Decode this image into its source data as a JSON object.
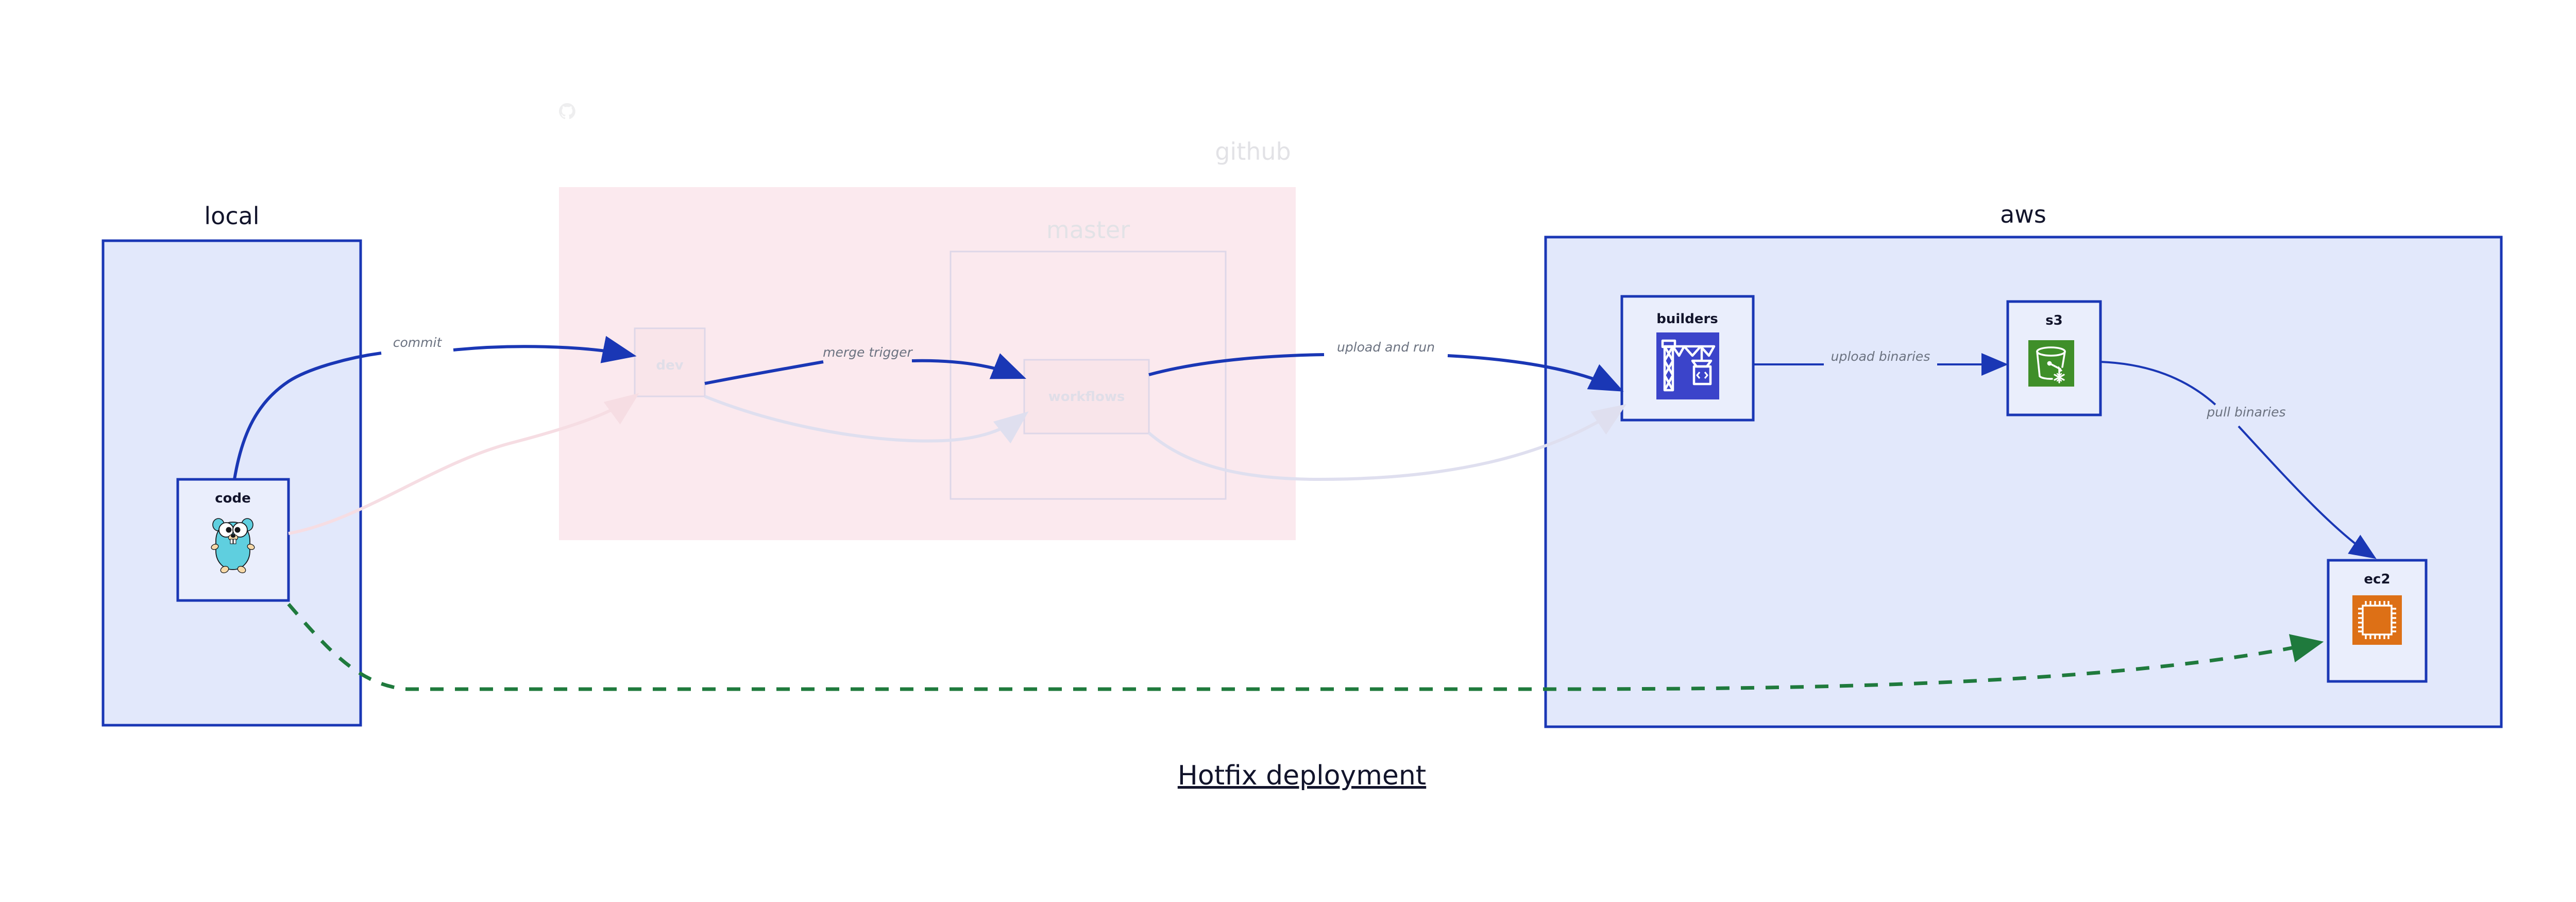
{
  "diagram": {
    "title": "Hotfix deployment",
    "clusters": [
      {
        "id": "local",
        "label": "local",
        "label_align": "center",
        "faded": false
      },
      {
        "id": "github",
        "label": "github",
        "label_align": "right",
        "faded": true
      },
      {
        "id": "master",
        "label": "master",
        "label_align": "center",
        "faded": true
      },
      {
        "id": "aws",
        "label": "aws",
        "label_align": "center",
        "faded": false
      }
    ],
    "nodes": [
      {
        "id": "code",
        "label": "code",
        "icon": "go-gopher-icon",
        "faded": false
      },
      {
        "id": "dev",
        "label": "dev",
        "icon": "none",
        "faded": true
      },
      {
        "id": "workflows",
        "label": "workflows",
        "icon": "none",
        "faded": true
      },
      {
        "id": "builders",
        "label": "builders",
        "icon": "aws-codebuild-icon",
        "faded": false
      },
      {
        "id": "s3",
        "label": "s3",
        "icon": "aws-s3-glacier-icon",
        "faded": false
      },
      {
        "id": "ec2",
        "label": "ec2",
        "icon": "aws-ec2-chip-icon",
        "faded": false
      }
    ],
    "edges": [
      {
        "id": "code-dev",
        "label": "commit",
        "from": "code",
        "to": "dev",
        "style": "solid",
        "faded": false
      },
      {
        "id": "dev-workflows",
        "label": "merge trigger",
        "from": "dev",
        "to": "workflows",
        "style": "solid",
        "faded": false
      },
      {
        "id": "workflows-builders",
        "label": "upload and run",
        "from": "workflows",
        "to": "builders",
        "style": "solid",
        "faded": false
      },
      {
        "id": "builders-s3",
        "label": "upload binaries",
        "from": "builders",
        "to": "s3",
        "style": "solid",
        "faded": false
      },
      {
        "id": "s3-ec2",
        "label": "pull binaries",
        "from": "s3",
        "to": "ec2",
        "style": "solid",
        "faded": false
      },
      {
        "id": "code-ec2-hotfix",
        "label": "",
        "from": "code",
        "to": "ec2",
        "style": "dashed-green",
        "faded": false
      },
      {
        "id": "ghost-code-dev",
        "label": "",
        "from": "code",
        "to": "dev",
        "style": "ghost-pink",
        "faded": true
      },
      {
        "id": "ghost-dev-wf",
        "label": "",
        "from": "dev",
        "to": "workflows",
        "style": "ghost-blue",
        "faded": true
      },
      {
        "id": "ghost-wf-builders",
        "label": "",
        "from": "workflows",
        "to": "builders",
        "style": "ghost-blue",
        "faded": true
      }
    ],
    "icons": {
      "github_logo": "github-octocat-icon"
    },
    "colors": {
      "accent_blue": "#1a37b5",
      "cluster_blue_fill": "#e2e8fb",
      "cluster_pink_fill": "#fae3e9",
      "node_fill": "#eaeefc",
      "edge_label_gray": "#6b7280",
      "hotfix_green": "#1f7a3d",
      "codebuild_blue": "#3b44ca",
      "s3_green": "#3f8f29",
      "ec2_orange": "#dd7016",
      "gopher_cyan": "#5fcfdf",
      "faded_gray": "#e0dee8"
    }
  }
}
